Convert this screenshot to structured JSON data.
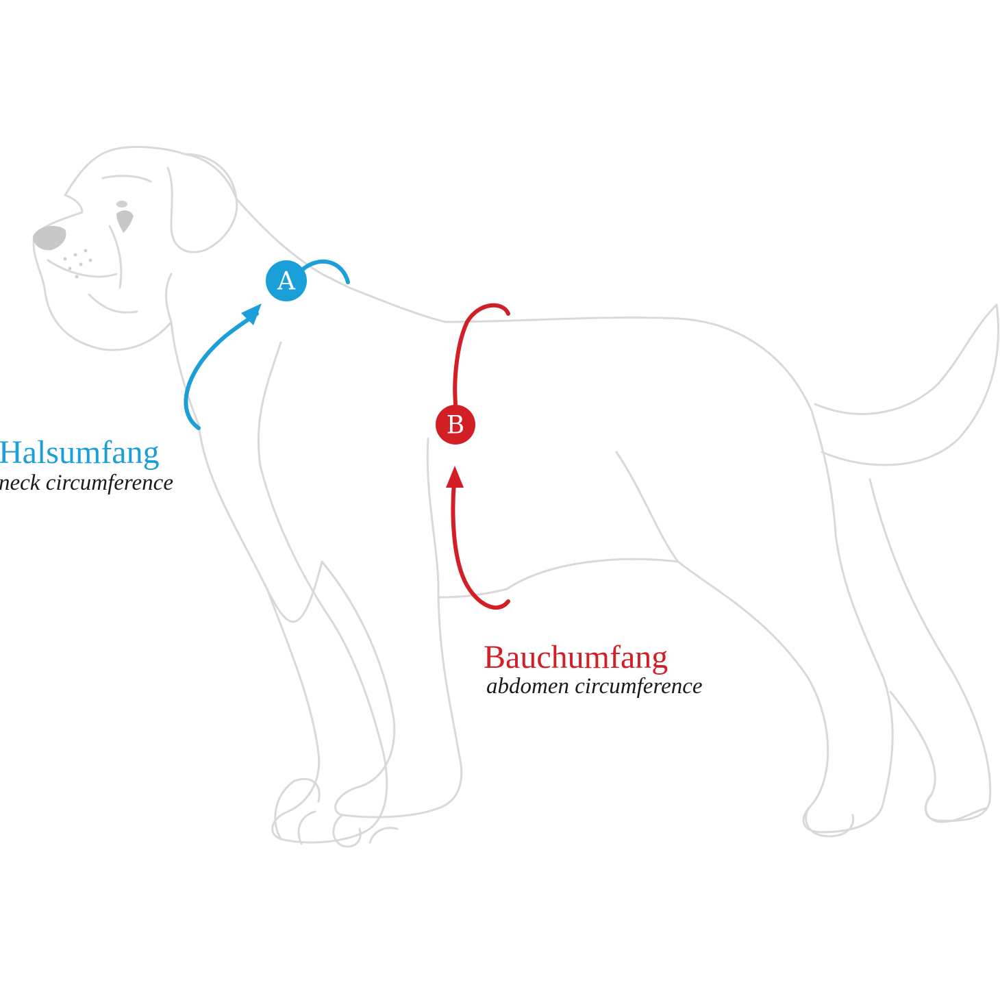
{
  "colors": {
    "neck": "#1a9fd8",
    "abdomen": "#d21f26",
    "outline": "#d9d9d9"
  },
  "markers": {
    "a": "A",
    "b": "B"
  },
  "labels": {
    "neck": {
      "title": "Halsumfang",
      "subtitle": "neck circumference"
    },
    "abdomen": {
      "title": "Bauchumfang",
      "subtitle": "abdomen circumference"
    }
  }
}
